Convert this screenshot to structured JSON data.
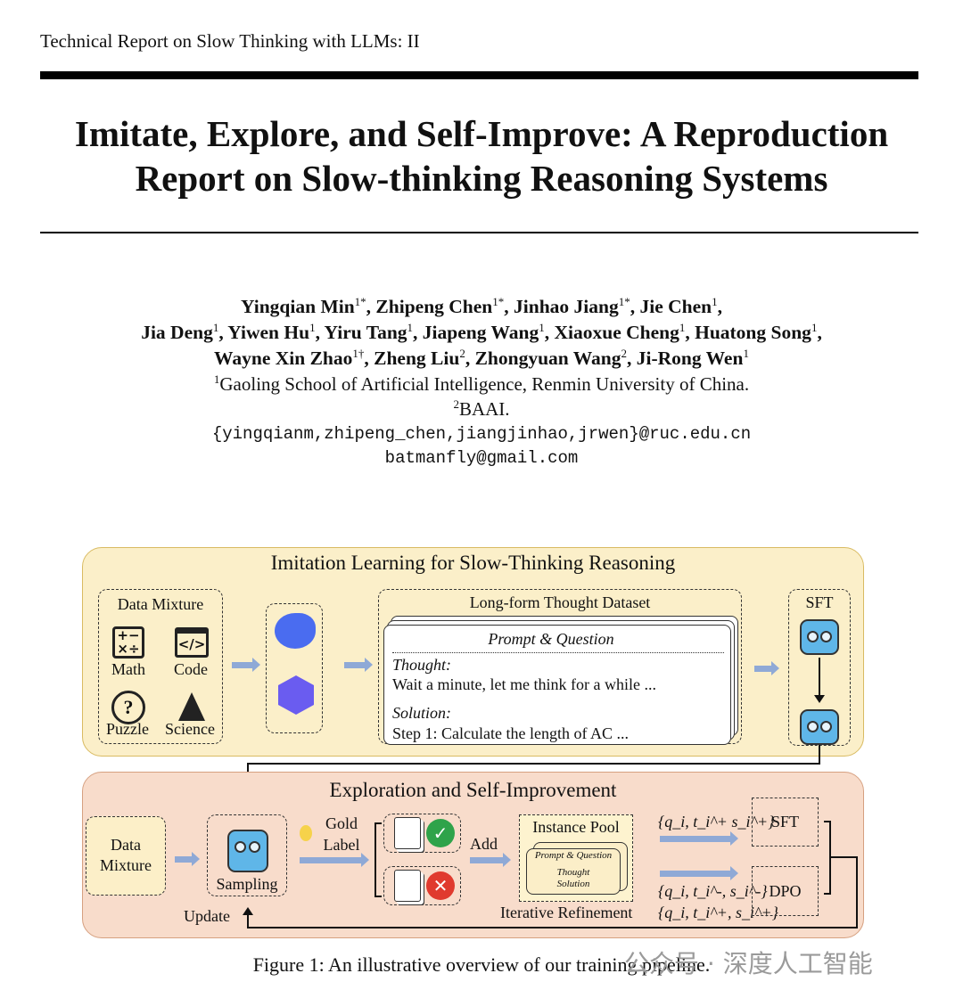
{
  "header": {
    "running_title": "Technical Report on Slow Thinking with LLMs: II"
  },
  "title": {
    "line1": "Imitate, Explore, and Self-Improve: A Reproduction",
    "line2": "Report on Slow-thinking Reasoning Systems"
  },
  "authors": {
    "line1": [
      [
        "Yingqian Min",
        "1*"
      ],
      [
        "Zhipeng Chen",
        "1*"
      ],
      [
        "Jinhao Jiang",
        "1*"
      ],
      [
        "Jie Chen",
        "1"
      ]
    ],
    "line2": [
      [
        "Jia Deng",
        "1"
      ],
      [
        "Yiwen Hu",
        "1"
      ],
      [
        "Yiru Tang",
        "1"
      ],
      [
        "Jiapeng Wang",
        "1"
      ],
      [
        "Xiaoxue Cheng",
        "1"
      ],
      [
        "Huatong Song",
        "1"
      ]
    ],
    "line3": [
      [
        "Wayne Xin Zhao",
        "1†"
      ],
      [
        "Zheng Liu",
        "2"
      ],
      [
        "Zhongyuan Wang",
        "2"
      ],
      [
        "Ji-Rong Wen",
        "1"
      ]
    ]
  },
  "affiliations": {
    "a1_mark": "1",
    "a1": "Gaoling School of Artificial Intelligence, Renmin University of China.",
    "a2_mark": "2",
    "a2": "BAAI.",
    "email1": "{yingqianm,zhipeng_chen,jiangjinhao,jrwen}@ruc.edu.cn",
    "email2": "batmanfly@gmail.com"
  },
  "figure": {
    "top": {
      "title": "Imitation Learning for Slow-Thinking Reasoning",
      "data_mixture": "Data Mixture",
      "categories": [
        "Math",
        "Code",
        "Puzzle",
        "Science"
      ],
      "dataset_title": "Long-form Thought Dataset",
      "prompt": "Prompt & Question",
      "thought_label": "Thought:",
      "thought_text": "Wait a minute, let me think for a while ...",
      "solution_label": "Solution:",
      "solution_text": "Step 1: Calculate the length of AC ...",
      "sft": "SFT"
    },
    "bottom": {
      "title": "Exploration and Self-Improvement",
      "data_mixture_1": "Data",
      "data_mixture_2": "Mixture",
      "sampling": "Sampling",
      "gold": "Gold",
      "label": "Label",
      "add": "Add",
      "pool": "Instance Pool",
      "pool_prompt": "Prompt & Question",
      "pool_thought": "Thought",
      "pool_solution": "Solution",
      "iterative": "Iterative Refinement",
      "tuple_pos": "{q_i, t_i^+ s_i^+}",
      "tuple_neg": "{q_i, t_i^-, s_i^-}",
      "tuple_pos2": "{q_i, t_i^+, s_i^+}",
      "sft": "SFT",
      "dpo": "DPO",
      "update": "Update"
    },
    "caption": "Figure 1: An illustrative overview of our training pipeline."
  },
  "watermark": "公众号 · 深度人工智能"
}
